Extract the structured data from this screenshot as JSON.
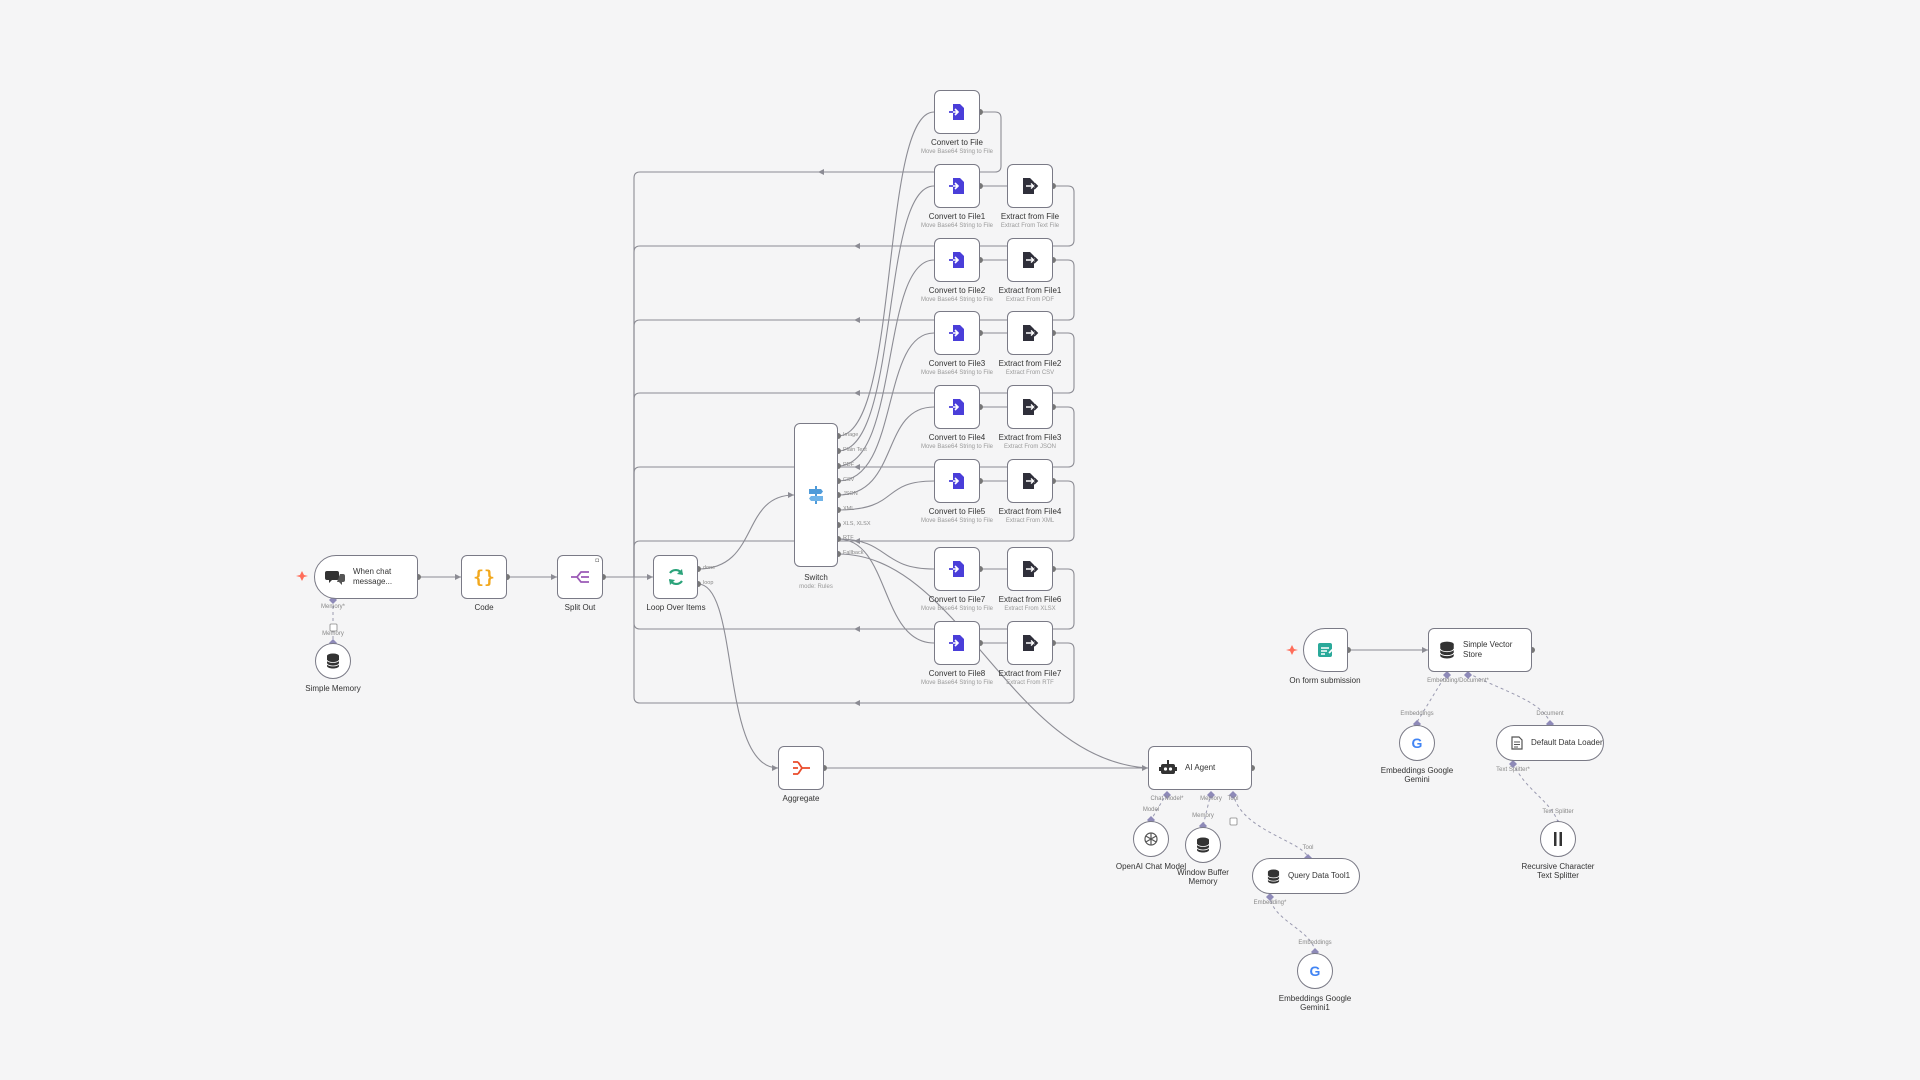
{
  "nodes": {
    "chat_trigger": "When chat message...",
    "code": "Code",
    "split_out": "Split Out",
    "loop": "Loop Over Items",
    "switch": "Switch",
    "switch_sub": "mode: Rules",
    "simple_memory": "Simple Memory",
    "aggregate": "Aggregate",
    "ai_agent": "AI Agent",
    "openai": "OpenAI Chat Model",
    "window_memory": "Window Buffer Memory",
    "query_tool": "Query Data Tool1",
    "emb_gemini1": "Embeddings Google Gemini1",
    "form_trigger": "On form submission",
    "vector_store": "Simple Vector Store",
    "emb_gemini": "Embeddings Google Gemini",
    "data_loader": "Default Data Loader",
    "text_splitter": "Recursive Character Text Splitter"
  },
  "convert_nodes": [
    {
      "name": "Convert to File",
      "sub": "Move Base64 String to File"
    },
    {
      "name": "Convert to File1",
      "sub": "Move Base64 String to File"
    },
    {
      "name": "Convert to File2",
      "sub": "Move Base64 String to File"
    },
    {
      "name": "Convert to File3",
      "sub": "Move Base64 String to File"
    },
    {
      "name": "Convert to File4",
      "sub": "Move Base64 String to File"
    },
    {
      "name": "Convert to File5",
      "sub": "Move Base64 String to File"
    },
    {
      "name": "Convert to File7",
      "sub": "Move Base64 String to File"
    },
    {
      "name": "Convert to File8",
      "sub": "Move Base64 String to File"
    }
  ],
  "extract_nodes": [
    {
      "name": "Extract from File",
      "sub": "Extract From Text File"
    },
    {
      "name": "Extract from File1",
      "sub": "Extract From PDF"
    },
    {
      "name": "Extract from File2",
      "sub": "Extract From CSV"
    },
    {
      "name": "Extract from File3",
      "sub": "Extract From JSON"
    },
    {
      "name": "Extract from File4",
      "sub": "Extract From XML"
    },
    {
      "name": "Extract from File6",
      "sub": "Extract From XLSX"
    },
    {
      "name": "Extract from File7",
      "sub": "Extract From RTF"
    }
  ],
  "switch_outputs": [
    "Image",
    "Plain Text",
    "PDF",
    "CSV",
    "JSON",
    "XML",
    "XLS, XLSX",
    "RTF",
    "Fallback"
  ],
  "loop_outputs": [
    "done",
    "loop"
  ],
  "ports": {
    "memory_req": "Memory*",
    "memory": "Memory",
    "chat_model_req": "Chat Model*",
    "model": "Model",
    "tool": "Tool",
    "embedding_req": "Embedding*",
    "embeddings": "Embeddings",
    "embedding_doc_req": "Embedding/Document*",
    "document": "Document",
    "text_splitter_req": "Text Splitter*",
    "text_splitter": "Text Splitter"
  },
  "colors": {
    "canvas": "#f5f5f6",
    "edge": "#8c8c94",
    "port": "#777777",
    "sub_port": "#8e8ab8",
    "convert_icon": "#4a3ed9",
    "extract_icon": "#2f2f3a",
    "code_icon": "#f2a81d",
    "split_icon": "#9b59b6",
    "loop_icon": "#2ba37a",
    "switch_icon": "#4f9bd9",
    "aggregate_icon": "#ea4b2a",
    "form_icon": "#2aa99a",
    "trigger_spark": "#ff6d5a"
  },
  "icons": {
    "chat": "chat-bubbles-icon",
    "code": "curly-braces-icon",
    "split": "split-out-icon",
    "loop": "refresh-icon",
    "switch": "signpost-icon",
    "memory": "database-icon",
    "convert": "file-arrow-icon",
    "extract": "file-extract-icon",
    "aggregate": "aggregate-icon",
    "agent": "robot-icon",
    "openai": "openai-icon",
    "google": "google-icon",
    "form": "form-icon",
    "loader": "document-icon",
    "splitter": "text-splitter-icon"
  }
}
